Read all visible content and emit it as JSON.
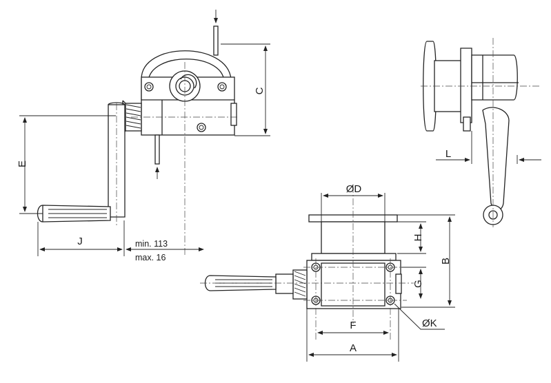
{
  "labels": {
    "A": "A",
    "B": "B",
    "C": "C",
    "D": "ØD",
    "E": "E",
    "F": "F",
    "G": "G",
    "H": "H",
    "J": "J",
    "K": "ØK",
    "L": "L"
  },
  "notes": {
    "min": "min. 113",
    "max": "max. 16"
  }
}
